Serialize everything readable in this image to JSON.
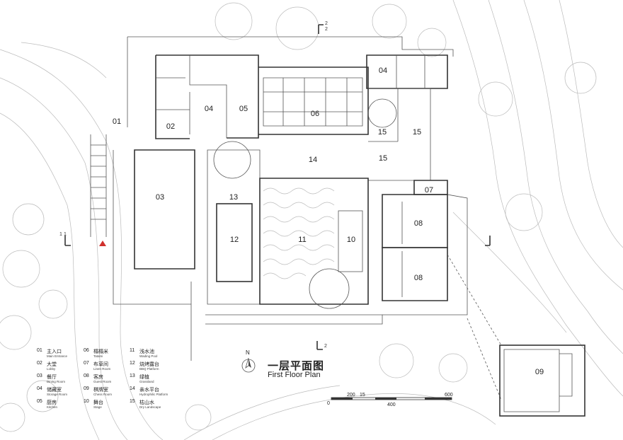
{
  "rooms": {
    "r01": "01",
    "r02": "02",
    "r03": "03",
    "r04a": "04",
    "r04b": "04",
    "r05": "05",
    "r06": "06",
    "r07": "07",
    "r08a": "08",
    "r08b": "08",
    "r09": "09",
    "r10": "10",
    "r11": "11",
    "r12": "12",
    "r13": "13",
    "r14": "14",
    "r15a": "15",
    "r15b": "15",
    "r15c": "15"
  },
  "legend": [
    {
      "num": "01",
      "zh": "主入口",
      "en": "Main Entrance"
    },
    {
      "num": "02",
      "zh": "大堂",
      "en": "Lobby"
    },
    {
      "num": "03",
      "zh": "餐厅",
      "en": "Dining Room"
    },
    {
      "num": "04",
      "zh": "储藏室",
      "en": "Storage Room"
    },
    {
      "num": "05",
      "zh": "厨房",
      "en": "Kitchen"
    },
    {
      "num": "06",
      "zh": "榻榻米",
      "en": "Tatami"
    },
    {
      "num": "07",
      "zh": "布草间",
      "en": "Linen Room"
    },
    {
      "num": "08",
      "zh": "客房",
      "en": "Guest Room"
    },
    {
      "num": "09",
      "zh": "棋牌室",
      "en": "Chess Room"
    },
    {
      "num": "10",
      "zh": "舞台",
      "en": "Stage"
    },
    {
      "num": "11",
      "zh": "浅水池",
      "en": "Wading Pool"
    },
    {
      "num": "12",
      "zh": "烧烤露台",
      "en": "BBQ Platform"
    },
    {
      "num": "13",
      "zh": "绿植",
      "en": "Grassland"
    },
    {
      "num": "14",
      "zh": "亲水平台",
      "en": "Hydrophilic Platform"
    },
    {
      "num": "15",
      "zh": "枯山水",
      "en": "Dry Landscape"
    }
  ],
  "title": {
    "zh": "一层平面图",
    "en": "First Floor Plan"
  },
  "north": "N",
  "scale": {
    "t0": "0",
    "t200": "200",
    "t400": "400",
    "t600": "600",
    "extra": "15"
  },
  "sections": {
    "top": "2",
    "top_b": "2",
    "left": "1",
    "left_b": "1",
    "bottom": "2"
  }
}
